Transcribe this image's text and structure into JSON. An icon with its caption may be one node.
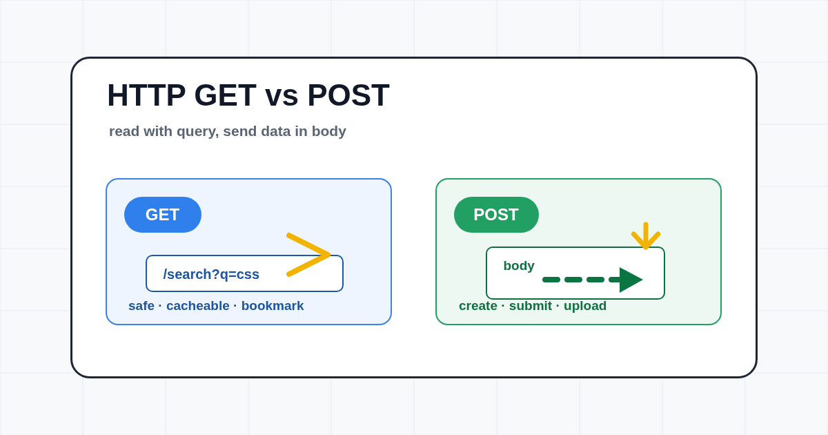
{
  "diagram": {
    "title": "HTTP GET vs POST",
    "caption": "read with query, send data in body",
    "nodes": [
      {
        "text": [
          "safe · cacheable · bookmark"
        ]
      },
      {
        "text": [
          "GET"
        ],
        "in": 0
      },
      {
        "text": [
          "/search?q=css"
        ],
        "in": 0
      },
      {
        "text": [
          "create · submit · upload"
        ]
      },
      {
        "text": [
          "POST"
        ],
        "in": 3
      },
      {
        "text": [
          "body"
        ],
        "in": 3
      }
    ],
    "edges": [
      {
        "from": null,
        "to": 5,
        "arrow": "to",
        "color": "#f2b400"
      }
    ]
  }
}
